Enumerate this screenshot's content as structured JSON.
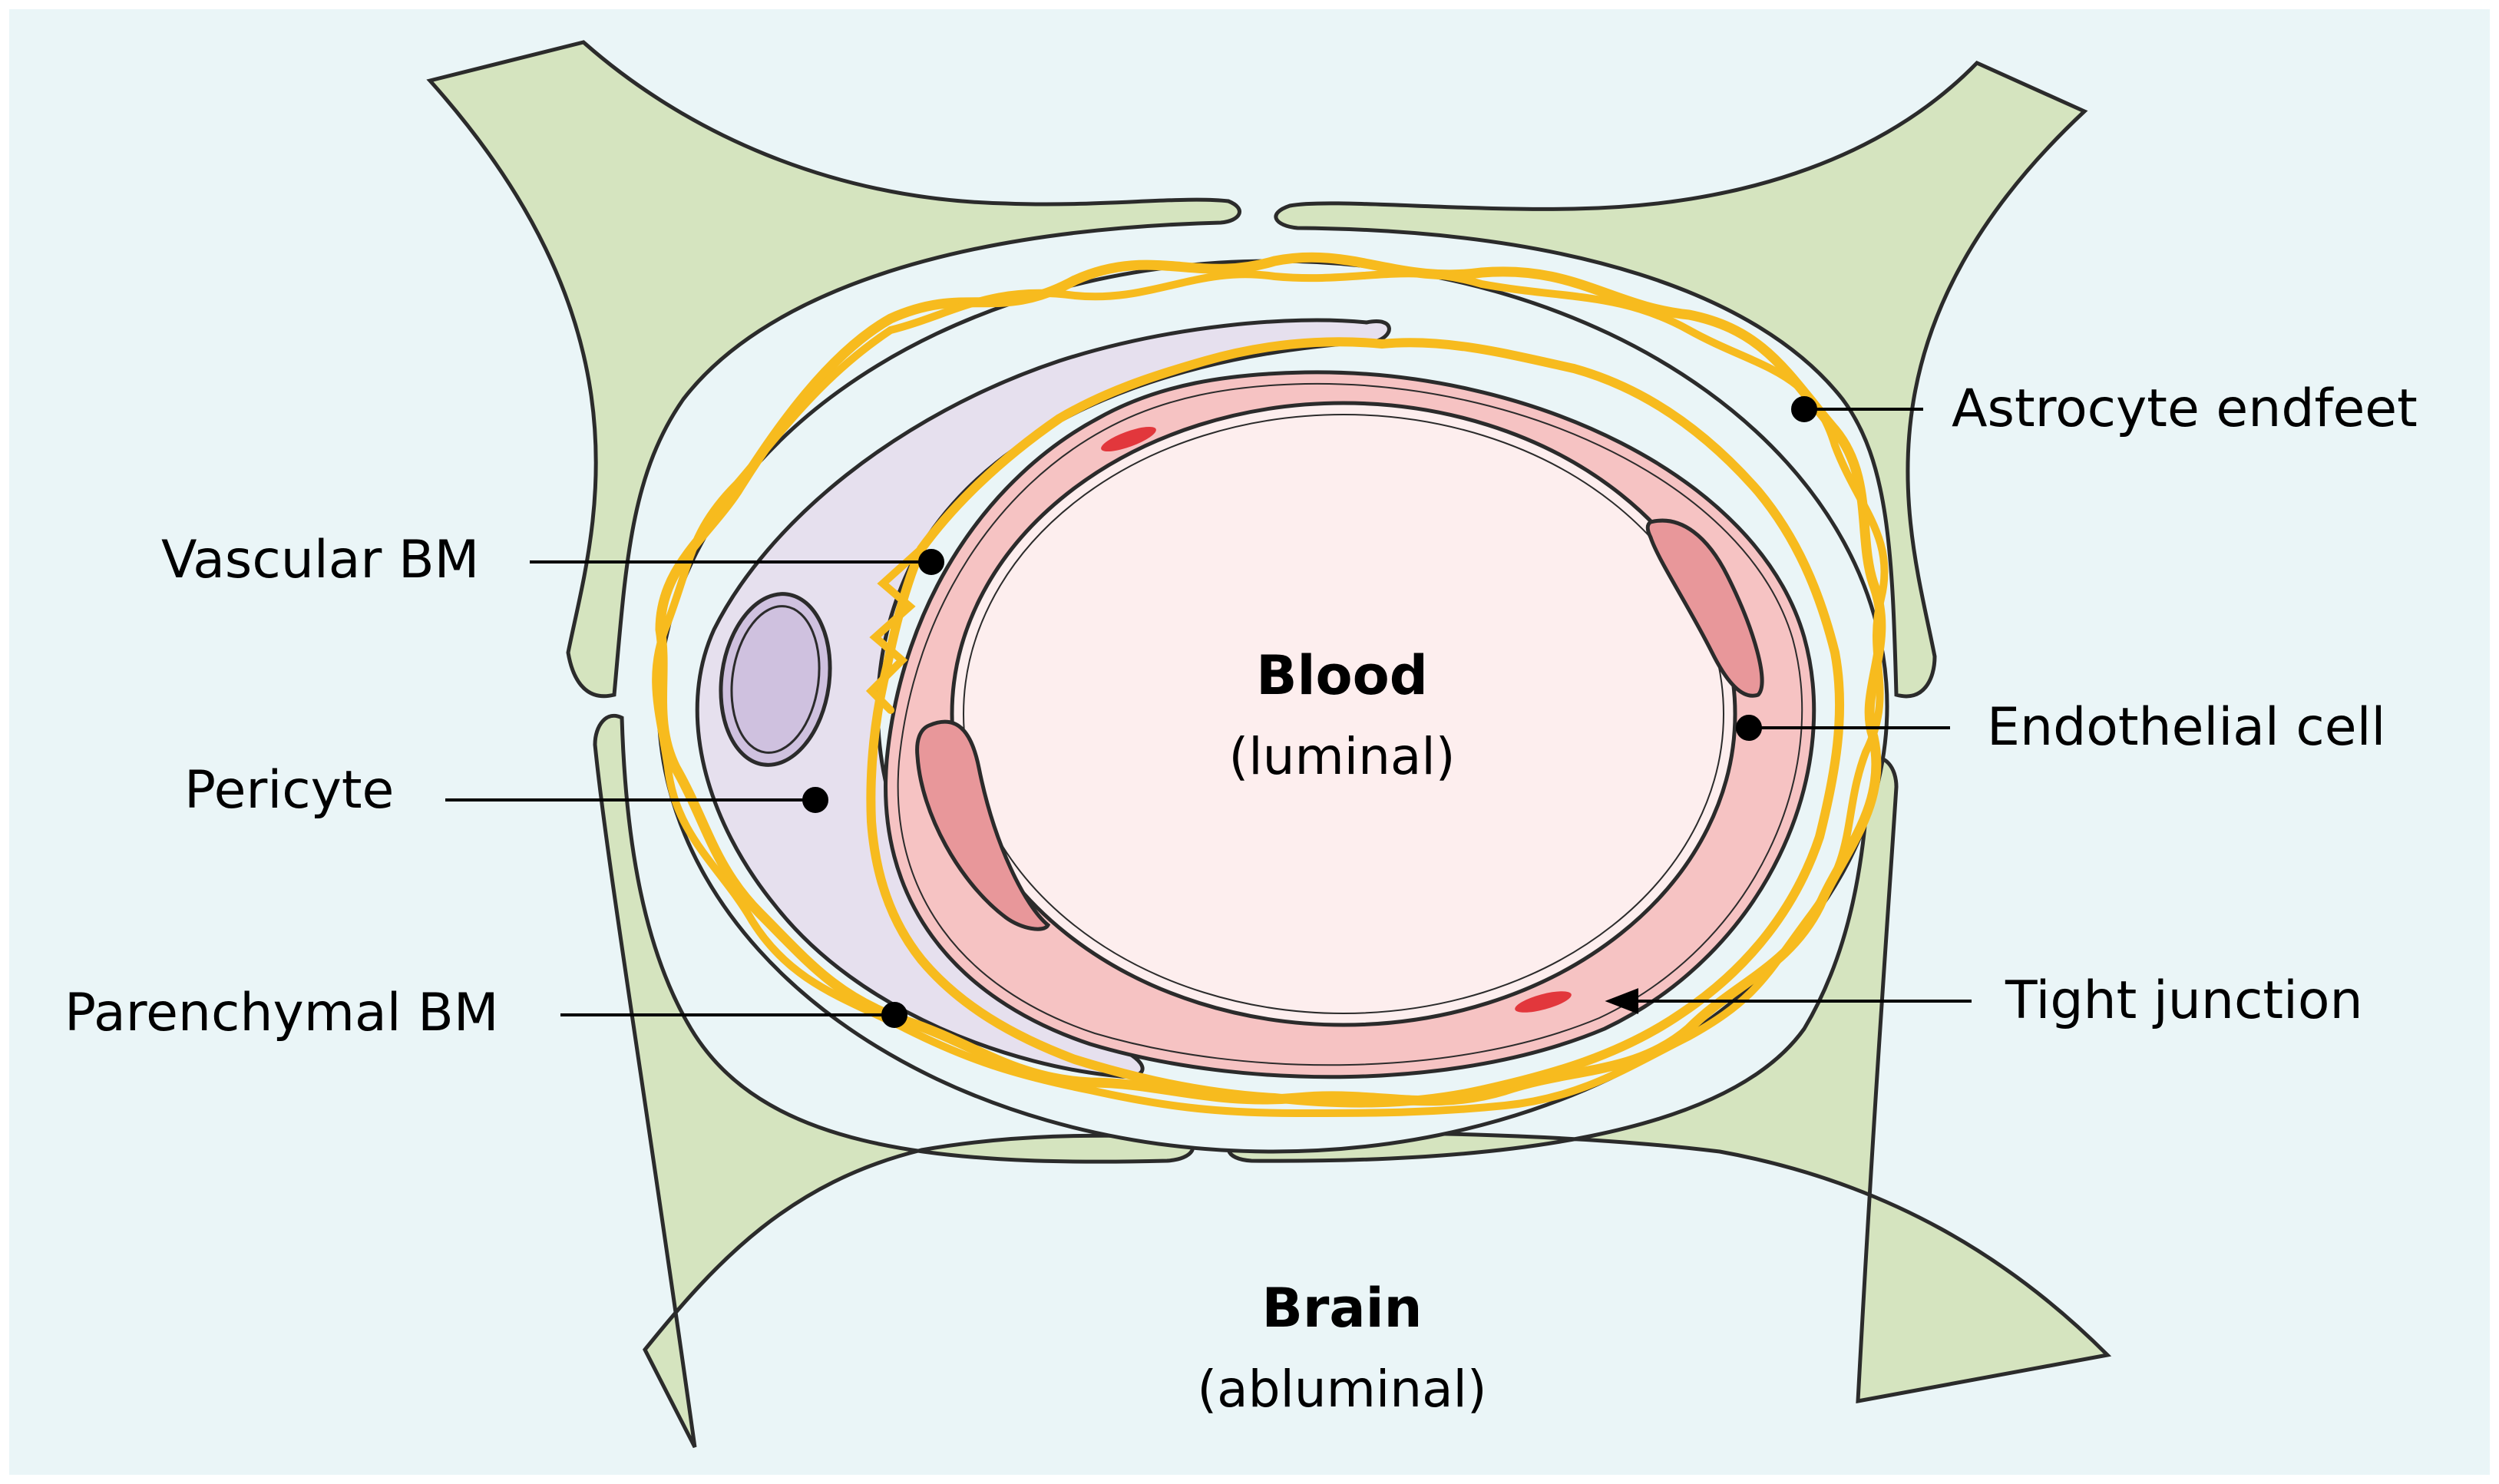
{
  "compartments": {
    "blood": {
      "title": "Blood",
      "subtitle": "(luminal)"
    },
    "brain": {
      "title": "Brain",
      "subtitle": "(abluminal)"
    }
  },
  "labels": {
    "astrocyte_endfeet": "Astrocyte endfeet",
    "endothelial_cell": "Endothelial cell",
    "tight_junction": "Tight junction",
    "vascular_bm": "Vascular BM",
    "pericyte": "Pericyte",
    "parenchymal_bm": "Parenchymal BM"
  },
  "colors": {
    "background": "#eaf5f7",
    "astrocyte": "#d5e4bf",
    "pericyte": "#e6e0ee",
    "pericyte_nucleus": "#cfc1df",
    "endothelium": "#f6c3c3",
    "endothelial_nucleus": "#e8979a",
    "lumen": "#fdeeee",
    "basement_membrane": "#f7bb1e",
    "tight_junction": "#e0282e",
    "outline": "#2b2b2b"
  }
}
